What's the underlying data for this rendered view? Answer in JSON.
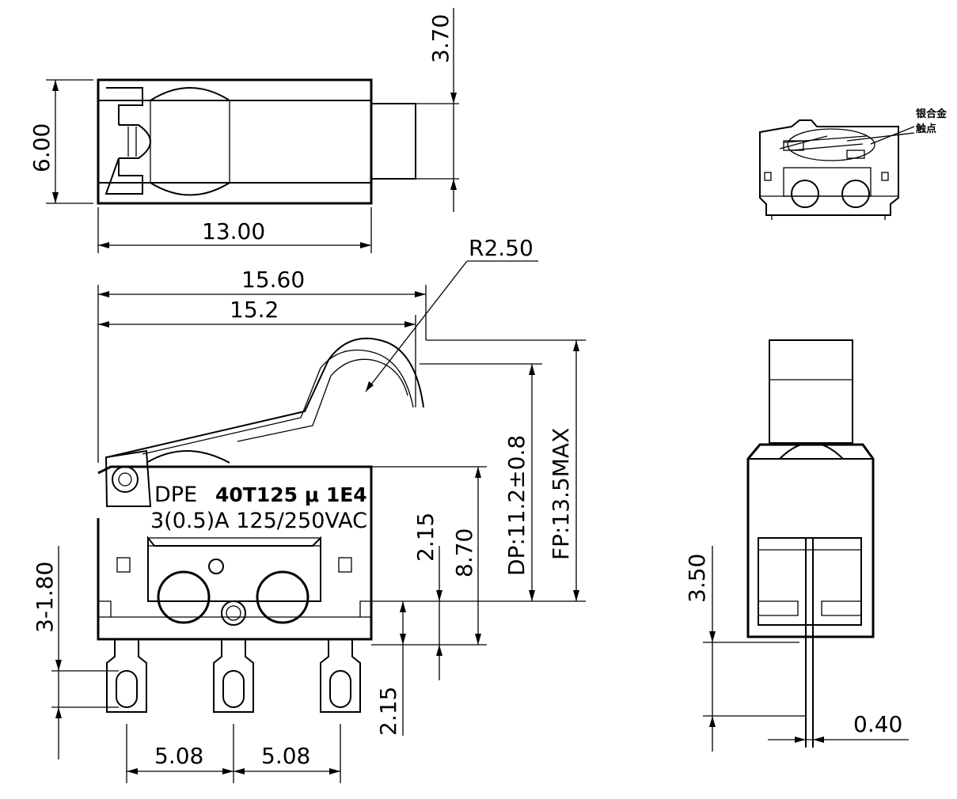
{
  "top_view": {
    "dim_width": "13.00",
    "dim_height": "6.00",
    "dim_lever": "3.70"
  },
  "side_view": {
    "dim_overall": "15.60",
    "dim_lever": "15.2",
    "dim_radius": "R2.50",
    "marking_line1_prefix": "DPE",
    "marking_line1_bold": "40T125 μ 1E4",
    "marking_line2": "3(0.5)A 125/250VAC",
    "dim_dp": "DP:11.2±0.8",
    "dim_fp": "FP:13.5MAX",
    "dim_height": "8.70",
    "dim_215_upper": "2.15",
    "dim_215_lower": "2.15",
    "dim_holes": "3-1.80",
    "dim_pitch_left": "5.08",
    "dim_pitch_right": "5.08"
  },
  "end_view": {
    "dim_350": "3.50",
    "dim_040": "0.40"
  },
  "contact_view": {
    "note_line1": "银合金",
    "note_line2": "触点"
  }
}
